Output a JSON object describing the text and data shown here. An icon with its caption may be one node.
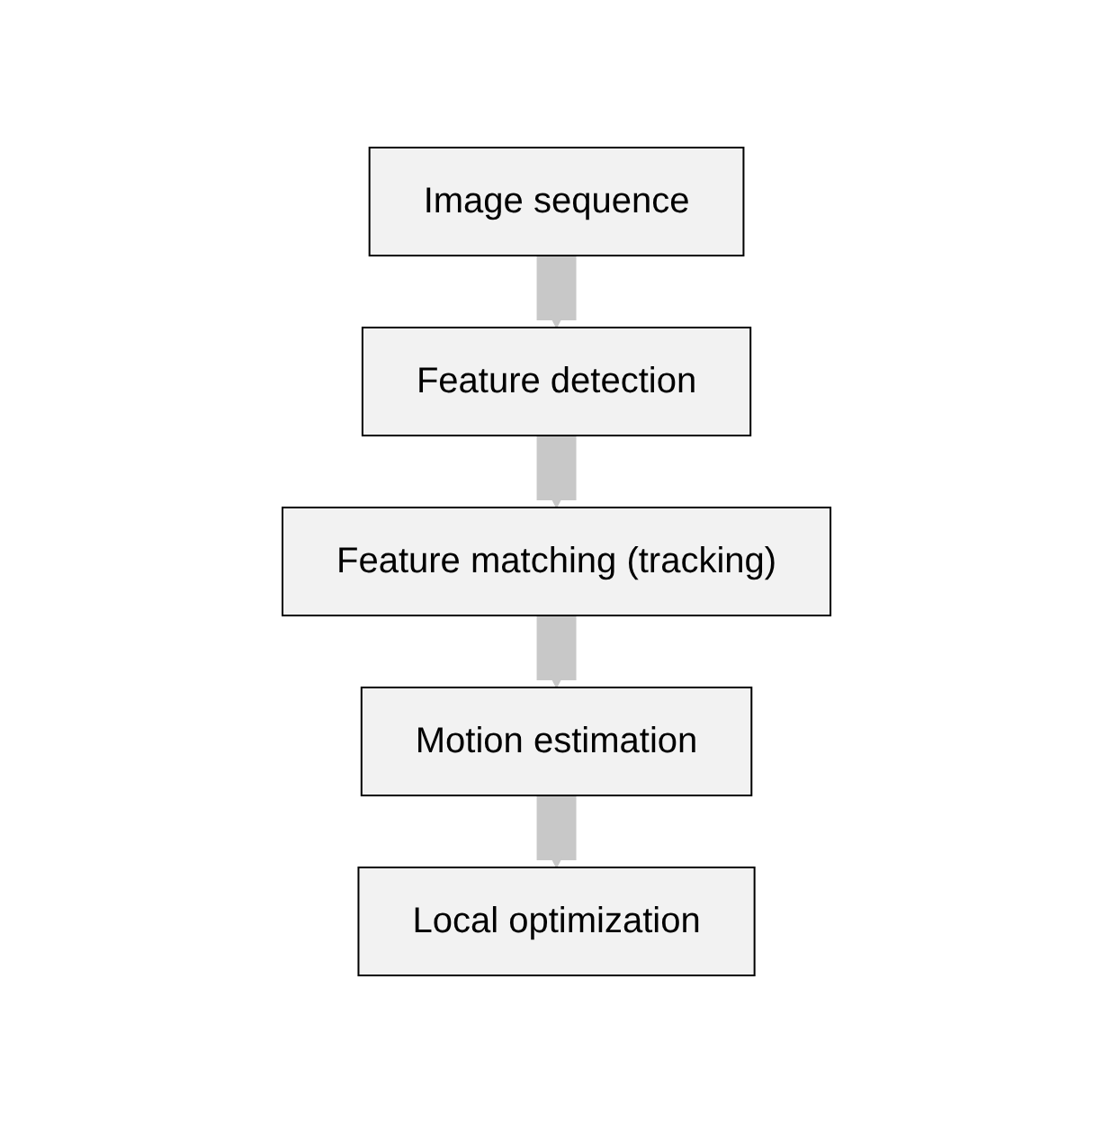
{
  "diagram": {
    "nodes": [
      {
        "text": [
          "Image sequence"
        ]
      },
      {
        "text": [
          "Feature detection"
        ]
      },
      {
        "text": [
          "Feature matching (tracking)"
        ]
      },
      {
        "text": [
          "Motion estimation"
        ]
      },
      {
        "text": [
          "Local optimization"
        ]
      }
    ],
    "edges": [
      {
        "from": 0,
        "to": 1,
        "arrow": "to"
      },
      {
        "from": 1,
        "to": 2,
        "arrow": "to"
      },
      {
        "from": 2,
        "to": 3,
        "arrow": "to"
      },
      {
        "from": 3,
        "to": 4,
        "arrow": "to"
      }
    ]
  }
}
